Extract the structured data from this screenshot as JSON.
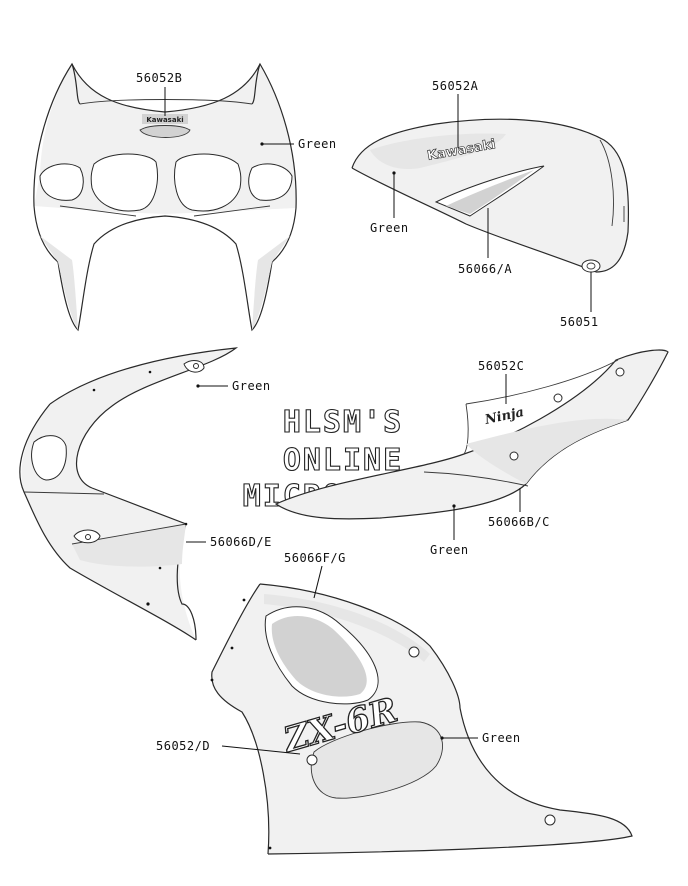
{
  "callouts": {
    "front_cowl_part": "56052B",
    "front_cowl_color": "Green",
    "tank_part": "56052A",
    "tank_color": "Green",
    "tank_side_part": "56066/A",
    "tank_cap_part": "56051",
    "upper_side_color": "Green",
    "upper_side_part": "56066D/E",
    "seat_cowl_part": "56052C",
    "seat_cowl_side_part": "56066B/C",
    "seat_cowl_color": "Green",
    "lower_fairing_part": "56066F/G",
    "lower_fairing_color": "Green",
    "lower_fairing_decal_part": "56052/D"
  },
  "watermark": {
    "line1": "HLSM'S",
    "line2": "ONLINE",
    "line3": "MICROFICHE"
  },
  "decals": {
    "windscreen_badge": "Kawasaki",
    "tank_logo": "Kawasaki",
    "seat_logo": "Ninja",
    "fairing_logo": "ZX-6R"
  },
  "icons": {
    "pointer": "leader-line-dot"
  }
}
